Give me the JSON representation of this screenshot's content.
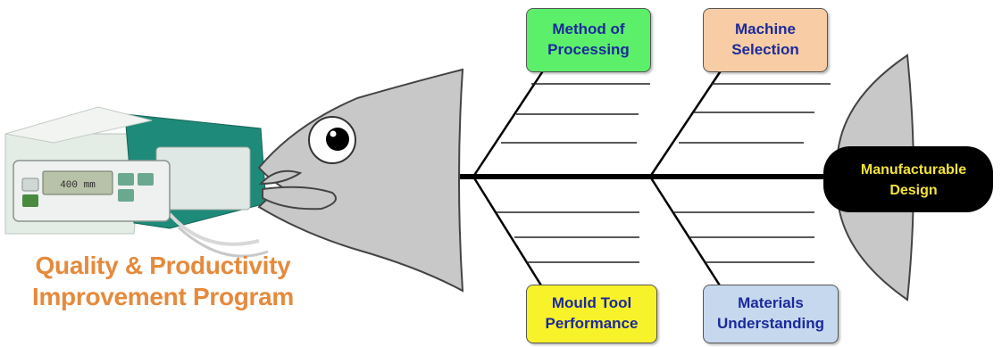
{
  "program_title": "Quality & Productivity\nImprovement Program",
  "effect": "Manufacturable\nDesign",
  "causes": {
    "method": {
      "label": "Method of\nProcessing",
      "color": "#5cf06a"
    },
    "machine": {
      "label": "Machine\nSelection",
      "color": "#f8cca4"
    },
    "mould": {
      "label": "Mould Tool\nPerformance",
      "color": "#f8f22a"
    },
    "materials": {
      "label": "Materials\nUnderstanding",
      "color": "#c5d8ee"
    }
  },
  "device": {
    "display_reading": "400 mm"
  },
  "colors": {
    "spine": "#000000",
    "fish_body": "#c8c8c8",
    "head_fill": "#000000",
    "program_title": "#e58a3c",
    "box_text": "#1c2a9a",
    "effect_text": "#f3e33a"
  }
}
